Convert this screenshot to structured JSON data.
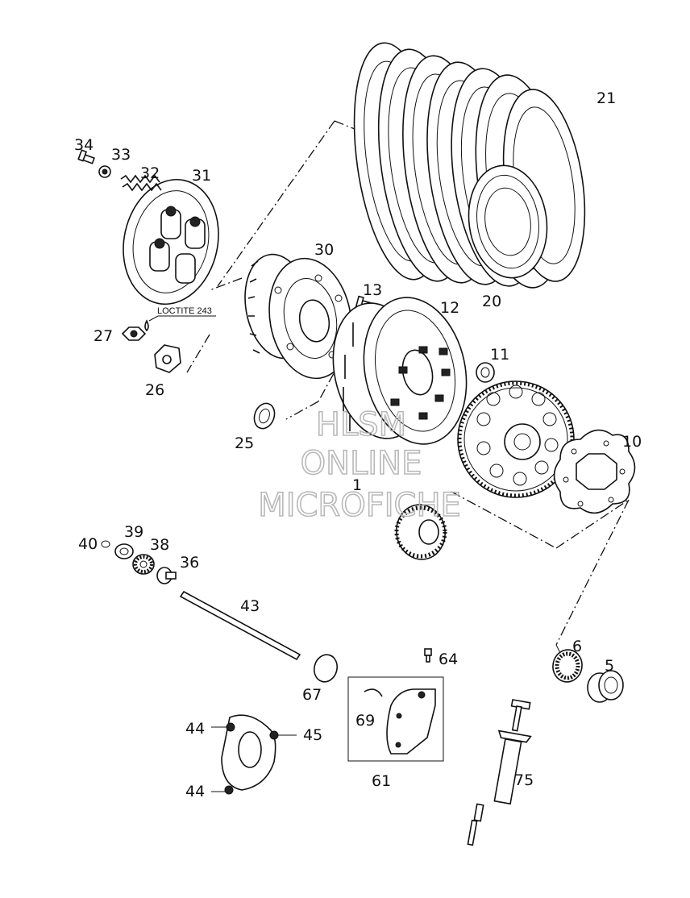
{
  "labels": {
    "p1": "1",
    "p5": "5",
    "p6": "6",
    "p10": "10",
    "p11": "11",
    "p12": "12",
    "p13": "13",
    "p20": "20",
    "p21": "21",
    "p25": "25",
    "p26": "26",
    "p27": "27",
    "p30": "30",
    "p31": "31",
    "p32": "32",
    "p33": "33",
    "p34": "34",
    "p36": "36",
    "p38": "38",
    "p39": "39",
    "p40": "40",
    "p43": "43",
    "p44a": "44",
    "p44b": "44",
    "p45": "45",
    "p61": "61",
    "p64": "64",
    "p67": "67",
    "p69": "69",
    "p75": "75"
  },
  "note": "LOCTITE 243",
  "watermark": [
    "HLSM",
    "ONLINE",
    "MICROFICHE"
  ]
}
